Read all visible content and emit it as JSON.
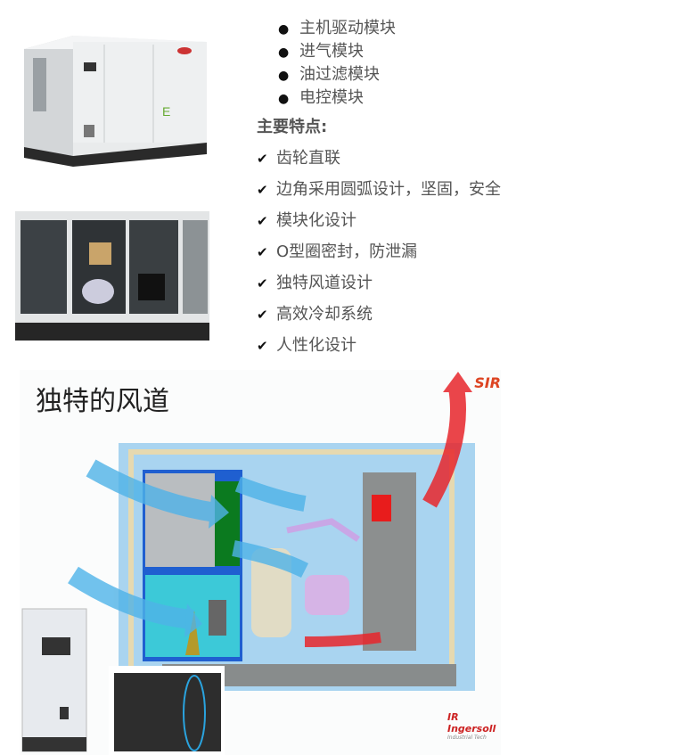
{
  "modules": [
    "主机驱动模块",
    "进气模块",
    "油过滤模块",
    "电控模块"
  ],
  "features_heading": "主要特点:",
  "features": [
    "齿轮直联",
    "边角采用圆弧设计，坚固，安全",
    "模块化设计",
    "O型圈密封，防泄漏",
    "独特风道设计",
    "高效冷却系统",
    "人性化设计"
  ],
  "diagram": {
    "title": "独特的风道",
    "logo_top": "SIR",
    "logo_bottom": "IR Ingersoll",
    "logo_sub": "Industrial Tech"
  },
  "colors": {
    "text": "#555555",
    "air_blue": "#4fb3e8",
    "hot_red": "#e8262b"
  }
}
